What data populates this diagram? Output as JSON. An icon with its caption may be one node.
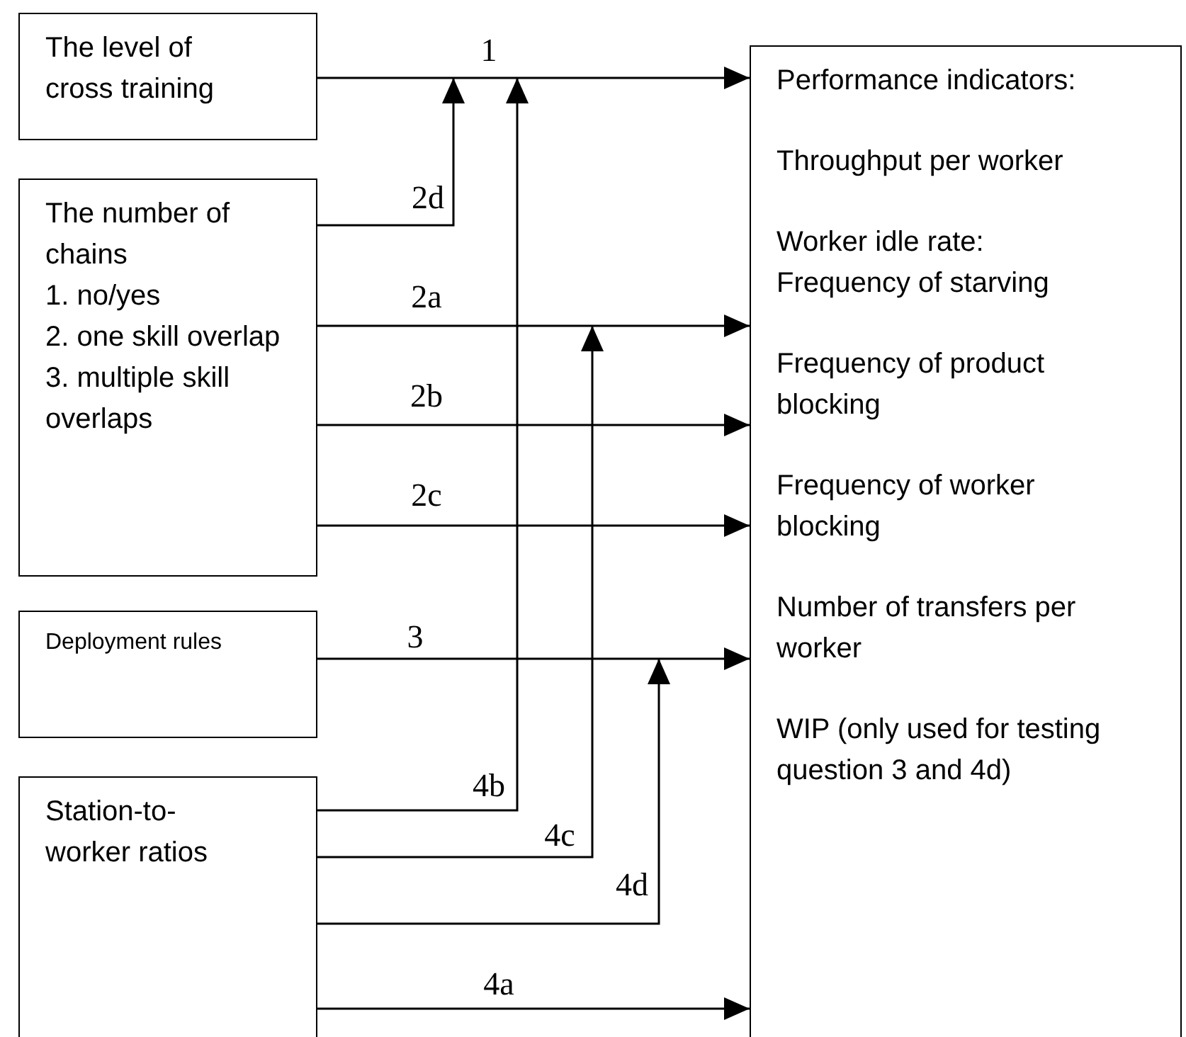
{
  "diagram": {
    "nodes": [
      {
        "text": [
          "The level of cross training"
        ]
      },
      {
        "text": [
          "The number of chains",
          "1. no/yes",
          "2. one skill overlap",
          "3. multiple skill overlaps"
        ]
      },
      {
        "text": [
          "Deployment rules"
        ]
      },
      {
        "text": [
          "Station-to-worker ratios"
        ]
      },
      {
        "text": [
          "Performance indicators:",
          "Throughput per worker",
          "Worker idle rate: Frequency of starving",
          "Frequency of product blocking",
          "Frequency of worker blocking",
          "Number of transfers per worker",
          "WIP (only used for testing question 3 and 4d)"
        ]
      }
    ],
    "edges": [
      {
        "from": 0,
        "to": 4,
        "arrow": "to",
        "label": "1"
      },
      {
        "from": 1,
        "to": null,
        "arrow": "to",
        "label": "2d"
      },
      {
        "from": 1,
        "to": 4,
        "arrow": "to",
        "label": "2a"
      },
      {
        "from": 1,
        "to": 4,
        "arrow": "to",
        "label": "2b"
      },
      {
        "from": 1,
        "to": 4,
        "arrow": "to",
        "label": "2c"
      },
      {
        "from": 2,
        "to": 4,
        "arrow": "to",
        "label": "3"
      },
      {
        "from": 3,
        "to": null,
        "arrow": "to",
        "label": "4b"
      },
      {
        "from": 3,
        "to": null,
        "arrow": "to",
        "label": "4c"
      },
      {
        "from": 3,
        "to": null,
        "arrow": "to",
        "label": "4d"
      },
      {
        "from": 3,
        "to": 4,
        "arrow": "to",
        "label": "4a"
      }
    ]
  }
}
